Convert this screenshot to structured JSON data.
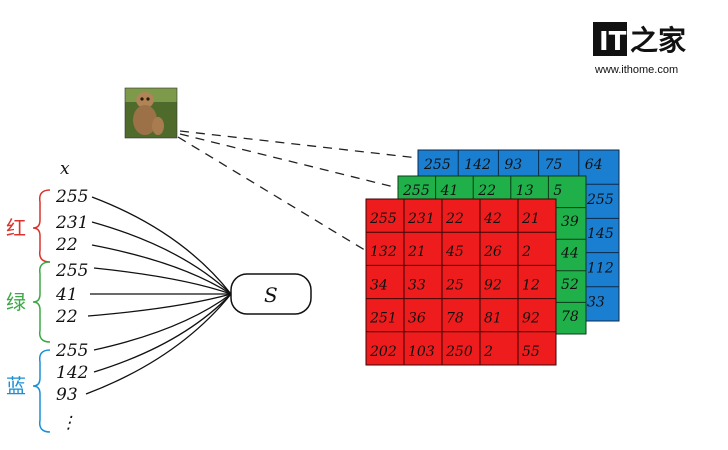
{
  "watermark": {
    "logo": "IT之家",
    "url": "www.ithome.com"
  },
  "input_vector": {
    "header": "x",
    "values": [
      "255",
      "231",
      "22",
      "255",
      "41",
      "22",
      "255",
      "142",
      "93"
    ],
    "ellipsis": "⋮",
    "groups": [
      {
        "label": "红",
        "color": "#d9342b"
      },
      {
        "label": "绿",
        "color": "#3aa845"
      },
      {
        "label": "蓝",
        "color": "#1a8fd6"
      }
    ]
  },
  "neuron": {
    "label": "S"
  },
  "channels": {
    "blue": {
      "color": "#1a7fd1",
      "top_row": [
        "255",
        "142",
        "93",
        "75",
        "64"
      ],
      "right_col": [
        "255",
        "145",
        "112",
        "33"
      ]
    },
    "green": {
      "color": "#1fb04a",
      "top_row": [
        "255",
        "41",
        "22",
        "13",
        "5"
      ],
      "right_col": [
        "39",
        "44",
        "52",
        "78"
      ]
    },
    "red": {
      "color": "#ee1c1c",
      "rows": [
        [
          "255",
          "231",
          "22",
          "42",
          "21"
        ],
        [
          "132",
          "21",
          "45",
          "26",
          "2"
        ],
        [
          "34",
          "33",
          "25",
          "92",
          "12"
        ],
        [
          "251",
          "36",
          "78",
          "81",
          "92"
        ],
        [
          "202",
          "103",
          "250",
          "2",
          "55"
        ]
      ]
    }
  }
}
